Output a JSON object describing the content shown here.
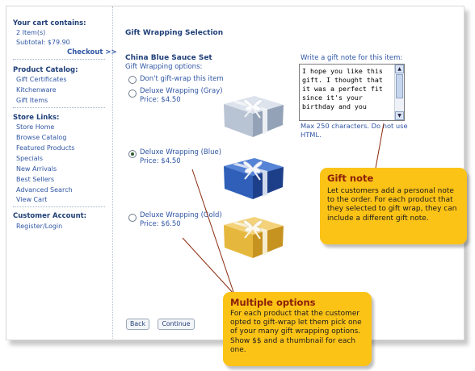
{
  "cart": {
    "title": "Your cart contains:",
    "items": "2 Item(s)",
    "subtotal": "Subtotal: $79.90",
    "checkout": "Checkout >>"
  },
  "catalog": {
    "title": "Product Catalog:",
    "links": [
      "Gift Certificates",
      "Kitchenware",
      "Gift Items"
    ]
  },
  "store": {
    "title": "Store Links:",
    "links": [
      "Store Home",
      "Browse Catalog",
      "Featured Products",
      "Specials",
      "New Arrivals",
      "Best Sellers",
      "Advanced Search",
      "View Cart"
    ]
  },
  "account": {
    "title": "Customer Account:",
    "links": [
      "Register/Login"
    ]
  },
  "main": {
    "title": "Gift Wrapping Selection",
    "product": "China Blue Sauce Set",
    "options_label": "Gift Wrapping options:",
    "options": [
      {
        "label": "Don't gift-wrap this item",
        "price": "",
        "selected": false
      },
      {
        "label": "Deluxe Wrapping (Gray)",
        "price": "Price: $4.50",
        "selected": false
      },
      {
        "label": "Deluxe Wrapping (Blue)",
        "price": "Price: $4.50",
        "selected": true
      },
      {
        "label": "Deluxe Wrapping (Gold)",
        "price": "Price: $6.50",
        "selected": false
      }
    ],
    "note_label": "Write a gift note for this item:",
    "note_text": "I hope you like this gift. I thought that it was a perfect fit since it's your birthday and you",
    "note_hint": "Max 250 characters. Do not use HTML.",
    "back_label": "Back",
    "continue_label": "Continue"
  },
  "callouts": {
    "gift_note": {
      "title": "Gift note",
      "body": "Let customers add a personal note to the order. For each product that they selected to gift wrap, they can include a different gift note."
    },
    "multiple": {
      "title": "Multiple options",
      "body": "For each product that the customer opted to gift-wrap let them pick one of your many gift wrapping options. Show $$ and a thumbnail for each one."
    }
  },
  "colors": {
    "heading": "#1f3f78",
    "link": "#2f56a4",
    "callout_bg": "#fcc317",
    "callout_title": "#8b1e0a",
    "wrap_gray": "#b8c3d3",
    "wrap_blue": "#2f5fb8",
    "wrap_gold": "#e5b73c"
  }
}
